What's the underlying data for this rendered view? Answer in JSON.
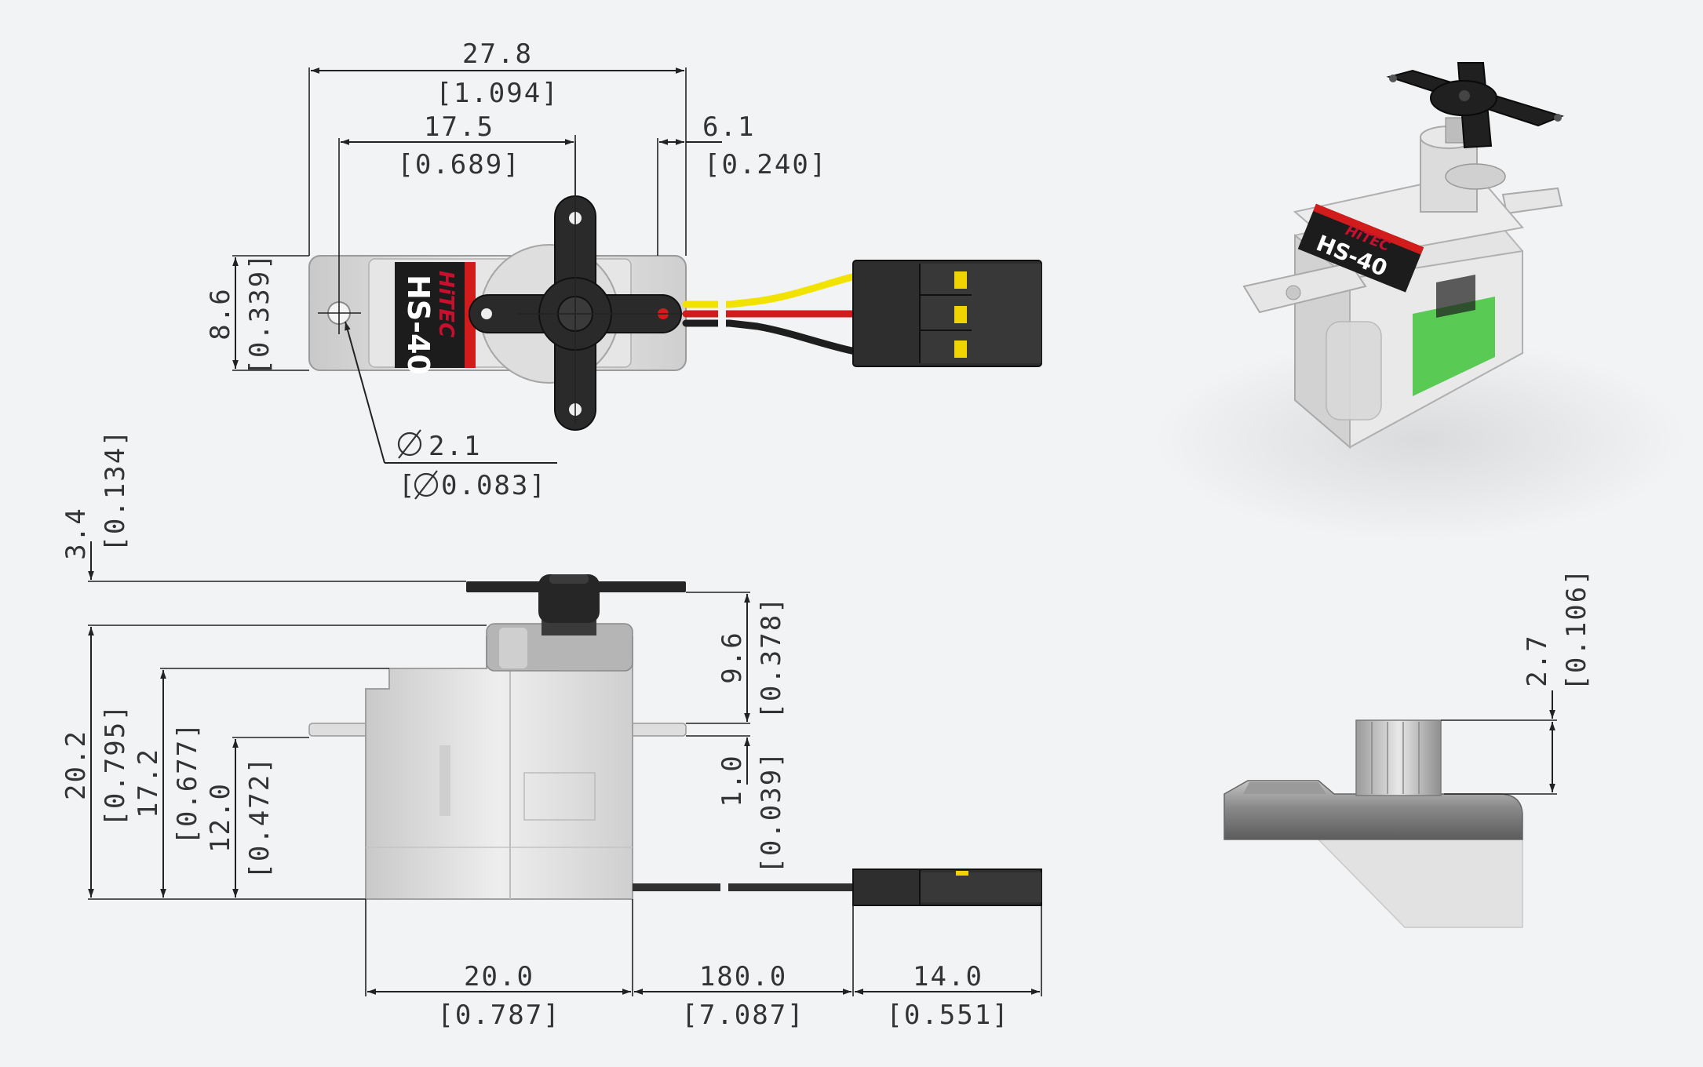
{
  "product": {
    "model_label": "HS-40",
    "brand_label": "HiTEC"
  },
  "colors": {
    "background": "#f1f3f5",
    "wire_signal": "#f2e200",
    "wire_power": "#d21c1c",
    "wire_ground": "#1e1e1e",
    "case": "#d9d9d9",
    "horn": "#2a2a2a",
    "pcb": "#3fc43a"
  },
  "icons": [
    "diameter-symbol"
  ],
  "dimensions": {
    "top_view": {
      "overall_width": {
        "mm": "27.8",
        "inch": "[1.094]"
      },
      "shaft_offset": {
        "mm": "17.5",
        "inch": "[0.689]"
      },
      "tab_overhang": {
        "mm": "6.1",
        "inch": "[0.240]"
      },
      "body_depth": {
        "mm": "8.6",
        "inch": "[0.339]"
      },
      "mount_hole": {
        "mm": "2.1",
        "inch": "[",
        "inch_value": "0.083]"
      }
    },
    "side_view": {
      "horn_thickness": {
        "mm": "3.4",
        "inch": "[0.134]"
      },
      "overall_height": {
        "mm": "20.2",
        "inch": "[0.795]"
      },
      "body_height": {
        "mm": "17.2",
        "inch": "[0.677]"
      },
      "tab_height": {
        "mm": "12.0",
        "inch": "[0.472]"
      },
      "above_tab": {
        "mm": "9.6",
        "inch": "[0.378]"
      },
      "tab_thickness": {
        "mm": "1.0",
        "inch": "[0.039]"
      },
      "body_length": {
        "mm": "20.0",
        "inch": "[0.787]"
      },
      "wire_length": {
        "mm": "180.0",
        "inch": "[7.087]"
      },
      "connector_length": {
        "mm": "14.0",
        "inch": "[0.551]"
      }
    },
    "detail_view": {
      "spline_height": {
        "mm": "2.7",
        "inch": "[0.106]"
      }
    }
  }
}
